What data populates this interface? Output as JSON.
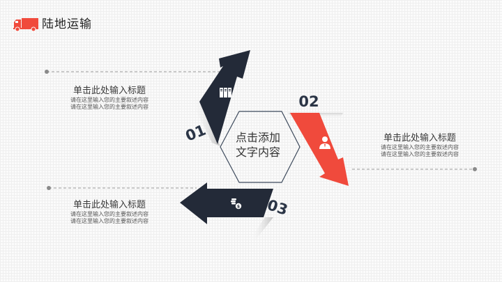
{
  "header": {
    "icon": "truck-icon",
    "title": "陆地运输"
  },
  "colors": {
    "dark": "#232a38",
    "accent": "#f04a3c",
    "number": "#2b3546",
    "dashed_line": "#9a9a9a"
  },
  "center": {
    "shape": "hexagon",
    "line1": "点击添加",
    "line2": "文字内容"
  },
  "steps": [
    {
      "number": "01",
      "icon": "server-icon",
      "arrow_direction": "up-right",
      "color": "#232a38",
      "title": "单击此处输入标题",
      "desc1": "请在这里输入您的主要叙述内容",
      "desc2": "请在这里输入您的主要叙述内容"
    },
    {
      "number": "02",
      "icon": "user-icon",
      "arrow_direction": "down-right",
      "color": "#f04a3c",
      "title": "单击此处输入标题",
      "desc1": "请在这里输入您的主要叙述内容",
      "desc2": "请在这里输入您的主要叙述内容"
    },
    {
      "number": "03",
      "icon": "coins-icon",
      "arrow_direction": "left",
      "color": "#232a38",
      "title": "单击此处输入标题",
      "desc1": "请在这里输入您的主要叙述内容",
      "desc2": "请在这里输入您的主要叙述内容"
    }
  ]
}
